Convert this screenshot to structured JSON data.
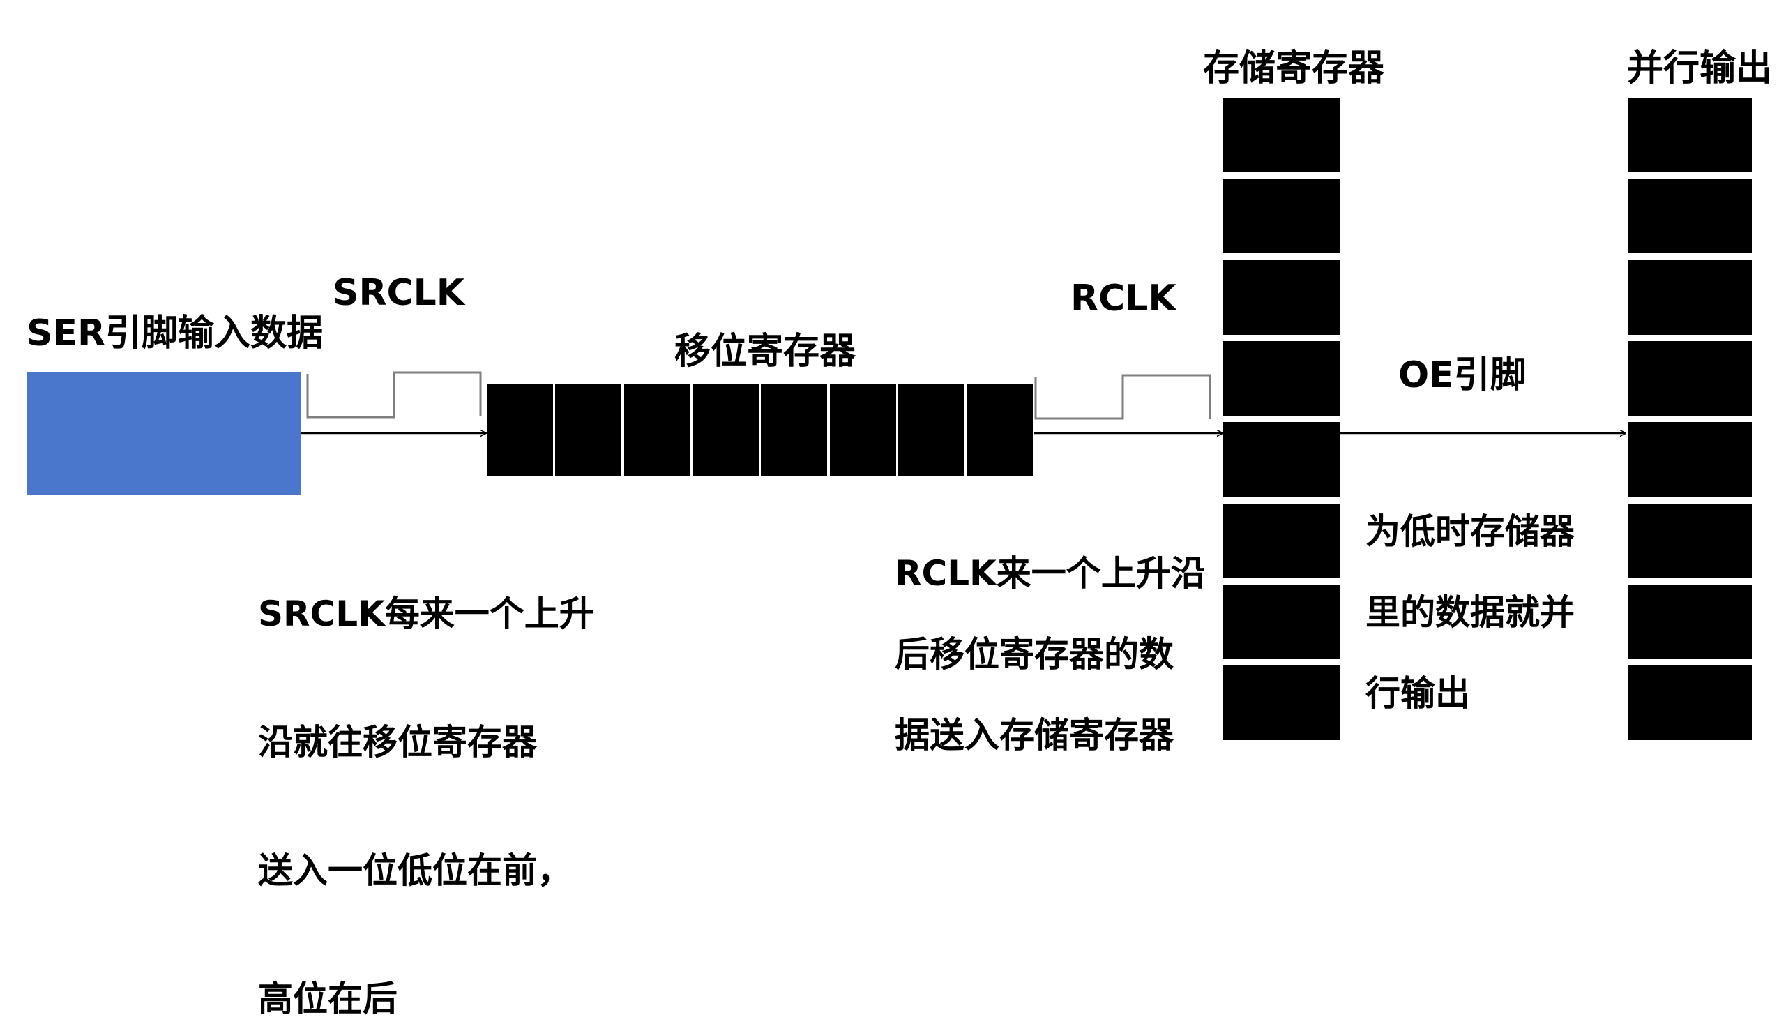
{
  "colors": {
    "input_block": "#4a76cc",
    "register_cell": "#000000",
    "wire": "#000000",
    "clock_wave": "#7f7f7f"
  },
  "labels": {
    "ser_input": "SER引脚输入数据",
    "srclk": "SRCLK",
    "shift_register": "移位寄存器",
    "rclk": "RCLK",
    "storage_register": "存储寄存器",
    "parallel_output": "并行输出",
    "oe_pin": "OE引脚"
  },
  "notes": {
    "srclk_note": [
      "SRCLK每来一个上升",
      "沿就往移位寄存器",
      "送入一位低位在前，",
      "高位在后"
    ],
    "rclk_note": [
      "RCLK来一个上升沿",
      "后移位寄存器的数",
      "据送入存储寄存器"
    ],
    "oe_note": [
      "为低时存储器",
      "里的数据就并",
      "行输出"
    ]
  },
  "registers": {
    "shift_cells": 8,
    "storage_cells": 8,
    "output_cells": 8
  }
}
